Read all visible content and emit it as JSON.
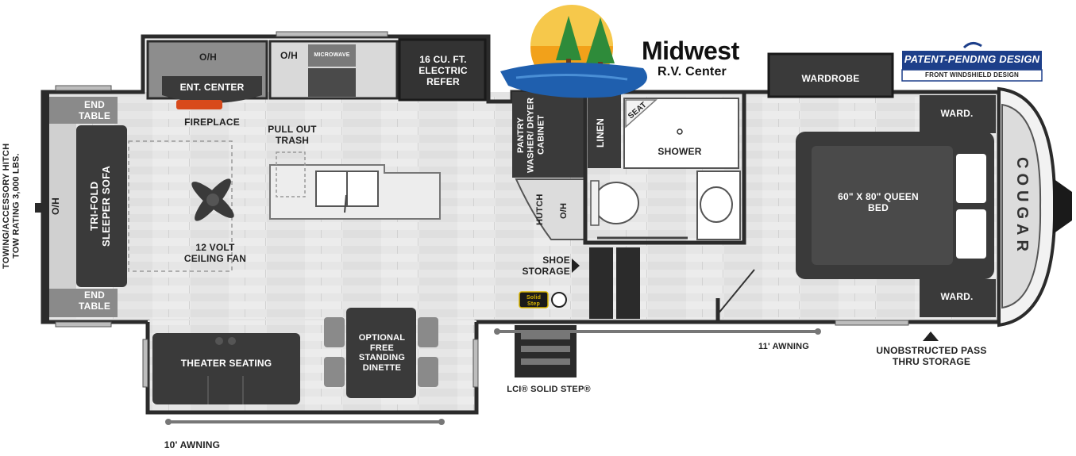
{
  "brand": {
    "dealer_line1": "Midwest",
    "dealer_line2": "R.V. Center",
    "badge_title": "PATENT-PENDING DESIGN",
    "badge_subtitle": "FRONT WINDSHIELD DESIGN",
    "model_name": "COUGAR"
  },
  "labels": {
    "hitch_line1": "TOWING/ACCESSORY HITCH",
    "hitch_line2": "TOW RATING 3,000 LBS.",
    "oh_rear": "O/H",
    "end_table_top": "END TABLE",
    "end_table_bottom": "END TABLE",
    "sofa": "TRI-FOLD SLEEPER SOFA",
    "oh_ent": "O/H",
    "ent_center": "ENT. CENTER",
    "fireplace": "FIREPLACE",
    "oh_micro": "O/H",
    "microwave": "MICROWAVE",
    "refer": "16 CU. FT. ELECTRIC REFER",
    "pull_out_trash": "PULL OUT TRASH",
    "ceiling_fan": "12 VOLT CEILING FAN",
    "pantry": "PANTRY WASHER/ DRYER CABINET",
    "linen": "LINEN",
    "seat": "SEAT",
    "shower": "SHOWER",
    "hutch": "HUTCH",
    "oh_hutch": "O/H",
    "shoe_storage": "SHOE STORAGE",
    "wardrobe": "WARDROBE",
    "ward_top": "WARD.",
    "ward_bottom": "WARD.",
    "bed": "60\" x 80\" QUEEN BED",
    "theater": "THEATER SEATING",
    "dinette": "OPTIONAL FREE STANDING DINETTE",
    "solid_step": "LCI® SOLID STEP®",
    "awning_11": "11' AWNING",
    "pass_thru": "UNOBSTRUCTED PASS THRU STORAGE",
    "awning_10": "10' AWNING",
    "solid_step_badge": "Solid Step"
  },
  "colors": {
    "dark_cabinet": "#3a3a3a",
    "floor": "#e5e5e5",
    "wall": "#2b2b2b",
    "fireplace_glow": "#d84a1b",
    "logo_water": "#1f5fae",
    "logo_tree": "#2e8b3a",
    "logo_sun": "#f2a11a",
    "badge_blue": "#1d3f8a"
  }
}
